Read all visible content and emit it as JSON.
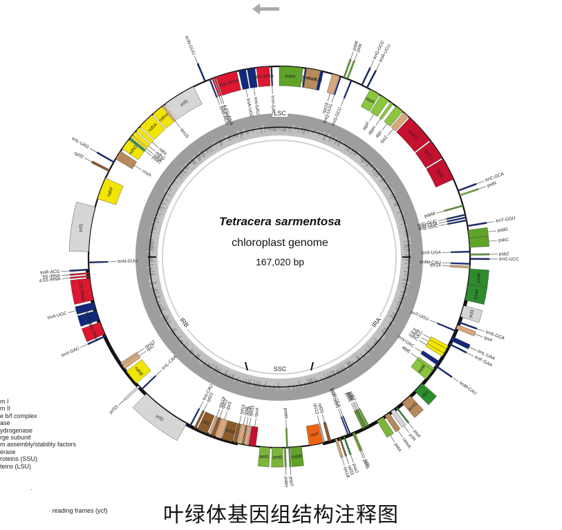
{
  "center": {
    "species": "Tetracera sarmentosa",
    "subtitle": "chloroplast genome",
    "size": "167,020 bp"
  },
  "regions": {
    "lsc": "LSC",
    "ssc": "SSC",
    "ira": "IRA",
    "irb": "IRB"
  },
  "legend": [
    "m I",
    "m II",
    "e b/f complex",
    "ase",
    "ydrogenase",
    "rge subunit",
    "m assembly/stability factors",
    "erase",
    "roteins (SSU)",
    "teins (LSU)"
  ],
  "legend_extra": "· reading frames (ycf)",
  "legend_dot": "·",
  "caption": "叶绿体基因组结构注释图",
  "colors": {
    "ps1": "#2e8b2e",
    "ps2": "#5fa327",
    "cytb": "#7db53a",
    "atp": "#8cc63f",
    "ndh": "#f2e600",
    "rbcL": "#2a8f2a",
    "rpo": "#c4112f",
    "rps": "#d9a77a",
    "rpl": "#8b5a2b",
    "clp": "#ef6413",
    "ycf": "#d6d6d6",
    "trna": "#12287a",
    "rrna": "#dd1730",
    "orf": "#8ab0d8",
    "other": "#b78a5c"
  },
  "genes": [
    {
      "name": "psbA",
      "start": 0,
      "end": 3.3,
      "side": "in",
      "cat": "ps2"
    },
    {
      "name": "trnK-UUU",
      "start": 3.6,
      "end": 6.2,
      "side": "in",
      "cat": "trna"
    },
    {
      "name": "matK",
      "start": 3.8,
      "end": 5.8,
      "side": "in",
      "cat": "other"
    },
    {
      "name": "rps16",
      "start": 7.5,
      "end": 8.5,
      "side": "in",
      "cat": "rps"
    },
    {
      "name": "trnQ-UUG",
      "start": 8.6,
      "end": 8.8,
      "side": "in",
      "cat": "trna"
    },
    {
      "name": "psbK",
      "start": 9.1,
      "end": 9.3,
      "side": "out",
      "cat": "ps2"
    },
    {
      "name": "psbI",
      "start": 9.6,
      "end": 9.8,
      "side": "out",
      "cat": "ps2"
    },
    {
      "name": "trnS-GCU",
      "start": 10.2,
      "end": 10.4,
      "side": "in",
      "cat": "trna"
    },
    {
      "name": "trnG-GCC",
      "start": 11.8,
      "end": 12.0,
      "side": "out",
      "cat": "trna"
    },
    {
      "name": "trnR-UCU",
      "start": 12.6,
      "end": 12.8,
      "side": "out",
      "cat": "trna"
    },
    {
      "name": "atpA",
      "start": 13.2,
      "end": 14.7,
      "side": "in",
      "cat": "atp"
    },
    {
      "name": "atpF",
      "start": 14.9,
      "end": 16.2,
      "side": "in",
      "cat": "atp"
    },
    {
      "name": "atpH",
      "start": 16.6,
      "end": 17.0,
      "side": "in",
      "cat": "atp"
    },
    {
      "name": "atpI",
      "start": 17.5,
      "end": 18.7,
      "side": "in",
      "cat": "atp"
    },
    {
      "name": "rps2",
      "start": 18.9,
      "end": 19.8,
      "side": "in",
      "cat": "rps"
    },
    {
      "name": "rpoC2",
      "start": 20.0,
      "end": 24.2,
      "side": "in",
      "cat": "rpo"
    },
    {
      "name": "rpoC1",
      "start": 24.4,
      "end": 27.2,
      "side": "in",
      "cat": "rpo"
    },
    {
      "name": "rpoB",
      "start": 27.4,
      "end": 30.6,
      "side": "in",
      "cat": "rpo"
    },
    {
      "name": "trnC-GCA",
      "start": 32.2,
      "end": 32.4,
      "side": "out",
      "cat": "trna"
    },
    {
      "name": "petN",
      "start": 32.9,
      "end": 33.1,
      "side": "out",
      "cat": "cytb"
    },
    {
      "name": "psbM",
      "start": 34.4,
      "end": 34.6,
      "side": "in",
      "cat": "ps2"
    },
    {
      "name": "trnD-GUC",
      "start": 35.7,
      "end": 35.9,
      "side": "in",
      "cat": "trna"
    },
    {
      "name": "trnY-GUA",
      "start": 36.1,
      "end": 36.3,
      "side": "in",
      "cat": "trna"
    },
    {
      "name": "trnE-UUC",
      "start": 36.5,
      "end": 36.7,
      "side": "in",
      "cat": "trna"
    },
    {
      "name": "trnT-GGU",
      "start": 37.3,
      "end": 37.5,
      "side": "out",
      "cat": "trna"
    },
    {
      "name": "psbD",
      "start": 38.0,
      "end": 39.1,
      "side": "out",
      "cat": "ps2"
    },
    {
      "name": "psbC",
      "start": 39.1,
      "end": 40.4,
      "side": "out",
      "cat": "ps2"
    },
    {
      "name": "trnS-UGA",
      "start": 40.9,
      "end": 41.1,
      "side": "in",
      "cat": "trna"
    },
    {
      "name": "psbZ",
      "start": 41.3,
      "end": 41.5,
      "side": "out",
      "cat": "ps2"
    },
    {
      "name": "trnG-UCC",
      "start": 41.9,
      "end": 42.1,
      "side": "out",
      "cat": "trna"
    },
    {
      "name": "trnfM-CAU",
      "start": 42.6,
      "end": 42.8,
      "side": "in",
      "cat": "trna"
    },
    {
      "name": "rps14",
      "start": 43.0,
      "end": 43.3,
      "side": "in",
      "cat": "rps"
    },
    {
      "name": "psaB",
      "start": 43.4,
      "end": 45.6,
      "side": "out",
      "cat": "ps1"
    },
    {
      "name": "psaA",
      "start": 45.6,
      "end": 47.8,
      "side": "out",
      "cat": "ps1"
    },
    {
      "name": "ycf3",
      "start": 48.6,
      "end": 50.2,
      "side": "out",
      "cat": "ycf"
    },
    {
      "name": "trnS-GGA",
      "start": 50.9,
      "end": 51.1,
      "side": "out",
      "cat": "trna"
    },
    {
      "name": "rps4",
      "start": 51.4,
      "end": 52.0,
      "side": "out",
      "cat": "rps"
    },
    {
      "name": "trnT-UGU",
      "start": 52.2,
      "end": 52.4,
      "side": "in",
      "cat": "trna"
    },
    {
      "name": "trnL-UAA",
      "start": 53.2,
      "end": 53.8,
      "side": "out",
      "cat": "trna"
    },
    {
      "name": "trnF-GAA",
      "start": 54.2,
      "end": 54.4,
      "side": "out",
      "cat": "trna"
    },
    {
      "name": "ndhJ",
      "start": 54.6,
      "end": 55.1,
      "side": "in",
      "cat": "ndh"
    },
    {
      "name": "ndhK",
      "start": 55.1,
      "end": 55.8,
      "side": "in",
      "cat": "ndh"
    },
    {
      "name": "ndhC",
      "start": 55.8,
      "end": 56.3,
      "side": "in",
      "cat": "ndh"
    },
    {
      "name": "trnV-UAC",
      "start": 57.1,
      "end": 57.7,
      "side": "in",
      "cat": "trna"
    },
    {
      "name": "trnM-CAU",
      "start": 57.8,
      "end": 58.0,
      "side": "out",
      "cat": "trna"
    },
    {
      "name": "atpE",
      "start": 58.3,
      "end": 58.7,
      "side": "in",
      "cat": "atp"
    },
    {
      "name": "atpB",
      "start": 58.7,
      "end": 60.2,
      "side": "in",
      "cat": "atp"
    },
    {
      "name": "rbcL",
      "start": 61.0,
      "end": 62.5,
      "side": "out",
      "cat": "rbcL"
    },
    {
      "name": "accD",
      "start": 63.4,
      "end": 64.9,
      "side": "out",
      "cat": "other"
    },
    {
      "name": "psaI",
      "start": 65.8,
      "end": 66.0,
      "side": "out",
      "cat": "ps1"
    },
    {
      "name": "ycf4",
      "start": 66.3,
      "end": 66.9,
      "side": "out",
      "cat": "ycf"
    },
    {
      "name": "cemA",
      "start": 67.2,
      "end": 67.9,
      "side": "out",
      "cat": "other"
    },
    {
      "name": "petA",
      "start": 68.2,
      "end": 69.2,
      "side": "out",
      "cat": "cytb"
    },
    {
      "name": "psbJ",
      "start": 70.5,
      "end": 70.7,
      "side": "in",
      "cat": "ps2"
    },
    {
      "name": "psbL",
      "start": 70.8,
      "end": 70.9,
      "side": "in",
      "cat": "ps2"
    },
    {
      "name": "psbF",
      "start": 71.0,
      "end": 71.1,
      "side": "in",
      "cat": "ps2"
    },
    {
      "name": "psbE",
      "start": 71.2,
      "end": 71.5,
      "side": "in",
      "cat": "ps2"
    },
    {
      "name": "petL",
      "start": 72.7,
      "end": 72.8,
      "side": "out",
      "cat": "cytb"
    },
    {
      "name": "petG",
      "start": 72.9,
      "end": 73.0,
      "side": "out",
      "cat": "cytb"
    },
    {
      "name": "trnW-CCA",
      "start": 73.3,
      "end": 73.4,
      "side": "in",
      "cat": "trna"
    },
    {
      "name": "trnP-UGG",
      "start": 73.6,
      "end": 73.7,
      "side": "in",
      "cat": "trna"
    },
    {
      "name": "psaJ",
      "start": 74.2,
      "end": 74.4,
      "side": "out",
      "cat": "ps1"
    },
    {
      "name": "rpl33",
      "start": 74.8,
      "end": 75.0,
      "side": "out",
      "cat": "rpl"
    },
    {
      "name": "rps18",
      "start": 75.3,
      "end": 75.6,
      "side": "out",
      "cat": "rps"
    },
    {
      "name": "rpl20",
      "start": 76.2,
      "end": 76.6,
      "side": "in",
      "cat": "rpl"
    },
    {
      "name": "rps12",
      "start": 77.1,
      "end": 77.3,
      "side": "in",
      "cat": "rps"
    },
    {
      "name": "clpP",
      "start": 77.4,
      "end": 79.3,
      "side": "in",
      "cat": "clp"
    },
    {
      "name": "psbB",
      "start": 80.4,
      "end": 81.9,
      "side": "out",
      "cat": "ps2"
    },
    {
      "name": "psbT",
      "start": 82.0,
      "end": 82.2,
      "side": "out",
      "cat": "ps2"
    },
    {
      "name": "psbN",
      "start": 82.3,
      "end": 82.5,
      "side": "in",
      "cat": "ps2"
    },
    {
      "name": "psbH",
      "start": 82.6,
      "end": 82.8,
      "side": "out",
      "cat": "ps2"
    },
    {
      "name": "petB",
      "start": 83.0,
      "end": 84.5,
      "side": "out",
      "cat": "cytb"
    },
    {
      "name": "petD",
      "start": 84.8,
      "end": 86.2,
      "side": "out",
      "cat": "cytb"
    },
    {
      "name": "rpoA",
      "start": 86.8,
      "end": 87.8,
      "side": "in",
      "cat": "rpo"
    },
    {
      "name": "rps11",
      "start": 87.9,
      "end": 88.4,
      "side": "in",
      "cat": "rps"
    },
    {
      "name": "rpl36",
      "start": 88.5,
      "end": 88.7,
      "side": "in",
      "cat": "rpl"
    },
    {
      "name": "rps8",
      "start": 88.8,
      "end": 89.4,
      "side": "in",
      "cat": "rps"
    },
    {
      "name": "rpl14",
      "start": 89.5,
      "end": 90.0,
      "side": "in",
      "cat": "rpl"
    },
    {
      "name": "rpl16",
      "start": 90.1,
      "end": 91.6,
      "side": "in",
      "cat": "rpl"
    },
    {
      "name": "rps3",
      "start": 91.7,
      "end": 92.6,
      "side": "in",
      "cat": "rps"
    },
    {
      "name": "rpl22",
      "start": 92.7,
      "end": 93.2,
      "side": "in",
      "cat": "rpl"
    },
    {
      "name": "rps19",
      "start": 93.3,
      "end": 93.6,
      "side": "in",
      "cat": "rps"
    },
    {
      "name": "rpl2",
      "start": 93.8,
      "end": 95.3,
      "side": "in",
      "cat": "rpl"
    },
    {
      "name": "rpl23",
      "start": 95.5,
      "end": 95.8,
      "side": "in",
      "cat": "rpl"
    },
    {
      "name": "trnI-CAU",
      "start": 96.3,
      "end": 96.5,
      "side": "in",
      "cat": "trna"
    },
    {
      "name": "ycf2",
      "start": 97.0,
      "end": 104.0,
      "side": "out",
      "cat": "ycf"
    },
    {
      "name": "trnL-CAA",
      "start": 104.8,
      "end": 105.0,
      "side": "in",
      "cat": "trna"
    },
    {
      "name": "ycf15",
      "start": 105.3,
      "end": 105.6,
      "side": "out",
      "cat": "ycf"
    },
    {
      "name": "ndhB",
      "start": 106.0,
      "end": 108.2,
      "side": "in",
      "cat": "ndh"
    },
    {
      "name": "rps7",
      "start": 108.6,
      "end": 109.2,
      "side": "in",
      "cat": "rps"
    },
    {
      "name": "rps12",
      "start": 109.3,
      "end": 109.6,
      "side": "in",
      "cat": "rps"
    },
    {
      "name": "trnV-GAC",
      "start": 113.8,
      "end": 114.0,
      "side": "out",
      "cat": "trna"
    },
    {
      "name": "16S rRNA",
      "start": 114.2,
      "end": 116.0,
      "side": "out",
      "cat": "rrna"
    },
    {
      "name": "trnI-GAU",
      "start": 116.3,
      "end": 117.7,
      "side": "out",
      "cat": "trna"
    },
    {
      "name": "trnA-UGC",
      "start": 117.9,
      "end": 118.9,
      "side": "out",
      "cat": "trna"
    },
    {
      "name": "23S rRNA",
      "start": 119.2,
      "end": 122.3,
      "side": "out",
      "cat": "rrna"
    },
    {
      "name": "4.5S rRNA",
      "start": 122.5,
      "end": 122.7,
      "side": "out",
      "cat": "rrna"
    },
    {
      "name": "5S rRNA",
      "start": 122.9,
      "end": 123.1,
      "side": "out",
      "cat": "rrna"
    },
    {
      "name": "trnR-ACG",
      "start": 123.4,
      "end": 123.6,
      "side": "out",
      "cat": "trna"
    },
    {
      "name": "trnN-GUU",
      "start": 124.4,
      "end": 124.6,
      "side": "in",
      "cat": "trna"
    },
    {
      "name": "ycf1",
      "start": 126.0,
      "end": 132.3,
      "side": "out",
      "cat": "ycf"
    },
    {
      "name": "ndhF",
      "start": 133.5,
      "end": 136.6,
      "side": "in",
      "cat": "ndh"
    },
    {
      "name": "rpl32",
      "start": 137.6,
      "end": 137.9,
      "side": "out",
      "cat": "rpl"
    },
    {
      "name": "trnL-UAG",
      "start": 139.0,
      "end": 139.2,
      "side": "out",
      "cat": "trna"
    },
    {
      "name": "ccsA",
      "start": 139.6,
      "end": 140.9,
      "side": "in",
      "cat": "other"
    },
    {
      "name": "ndhD",
      "start": 141.3,
      "end": 142.8,
      "side": "in",
      "cat": "ndh"
    },
    {
      "name": "psaC",
      "start": 142.9,
      "end": 143.2,
      "side": "in",
      "cat": "ps1"
    },
    {
      "name": "ndhE",
      "start": 143.3,
      "end": 143.6,
      "side": "in",
      "cat": "ndh"
    },
    {
      "name": "ndhG",
      "start": 143.7,
      "end": 144.3,
      "side": "in",
      "cat": "ndh"
    },
    {
      "name": "ndhI",
      "start": 144.5,
      "end": 145.1,
      "side": "in",
      "cat": "ndh"
    },
    {
      "name": "ndhA",
      "start": 145.3,
      "end": 147.6,
      "side": "in",
      "cat": "ndh"
    },
    {
      "name": "ndhH",
      "start": 147.8,
      "end": 149.4,
      "side": "in",
      "cat": "ndh"
    },
    {
      "name": "rps15",
      "start": 149.5,
      "end": 149.8,
      "side": "in",
      "cat": "rps"
    },
    {
      "name": "ycf1",
      "start": 150.0,
      "end": 154.6,
      "side": "in",
      "cat": "ycf"
    },
    {
      "name": "trnN-GUU",
      "start": 156.3,
      "end": 156.5,
      "side": "out",
      "cat": "trna"
    },
    {
      "name": "trnR-ACG",
      "start": 157.0,
      "end": 157.2,
      "side": "in",
      "cat": "trna"
    },
    {
      "name": "5S rRNA",
      "start": 157.4,
      "end": 157.6,
      "side": "in",
      "cat": "rrna"
    },
    {
      "name": "4.5S rRNA",
      "start": 157.7,
      "end": 157.9,
      "side": "in",
      "cat": "rrna"
    },
    {
      "name": "23S rRNA",
      "start": 158.0,
      "end": 161.0,
      "side": "in",
      "cat": "rrna"
    },
    {
      "name": "trnA-UGC",
      "start": 161.3,
      "end": 162.3,
      "side": "in",
      "cat": "trna"
    },
    {
      "name": "trnI-GAU",
      "start": 162.5,
      "end": 163.6,
      "side": "in",
      "cat": "trna"
    },
    {
      "name": "16S rRNA",
      "start": 163.8,
      "end": 165.6,
      "side": "in",
      "cat": "rrna"
    },
    {
      "name": "trnV-GAC",
      "start": 165.8,
      "end": 166.0,
      "side": "in",
      "cat": "trna"
    }
  ],
  "genes_ir_a": [
    {
      "name": "rps12",
      "start": 112.4,
      "end": 112.7,
      "side": "out",
      "cat": "rps"
    },
    {
      "name": "rps7",
      "start": 112.8,
      "end": 113.4,
      "side": "out",
      "cat": "rps"
    },
    {
      "name": "ndhB",
      "start": 113.6,
      "end": 115.8,
      "side": "out",
      "cat": "ndh"
    }
  ],
  "right_labels": [
    {
      "name": "rpl2"
    },
    {
      "name": "rpl23"
    },
    {
      "name": "trnI-CAU"
    },
    {
      "name": "ycf2"
    },
    {
      "name": "ycf15"
    },
    {
      "name": "trnL-CAA"
    },
    {
      "name": "ndhB"
    },
    {
      "name": "rps7"
    },
    {
      "name": "rps12"
    }
  ]
}
